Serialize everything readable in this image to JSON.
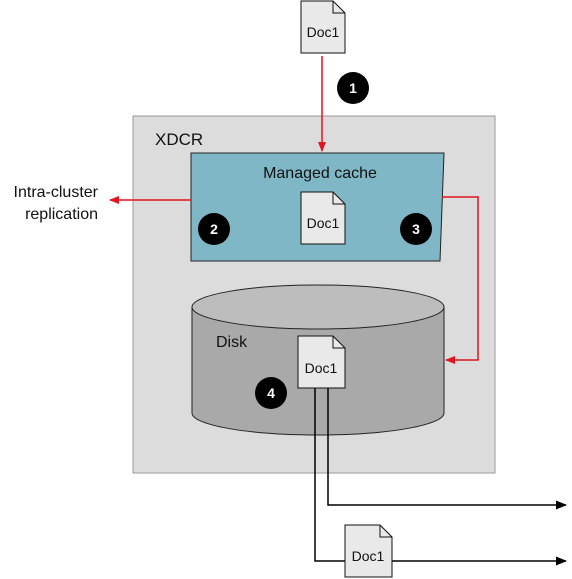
{
  "diagram": {
    "container_label": "XDCR",
    "cache_label": "Managed cache",
    "disk_label": "Disk",
    "external_label_line1": "Intra-cluster",
    "external_label_line2": "replication",
    "documents": {
      "top": "Doc1",
      "cache": "Doc1",
      "disk": "Doc1",
      "bottom": "Doc1"
    },
    "steps": [
      "1",
      "2",
      "3",
      "4"
    ]
  },
  "colors": {
    "container_fill": "#dcdcdc",
    "cache_fill": "#7fb7c6",
    "disk_side": "#a9a9a9",
    "disk_top": "#bdbdbd",
    "doc_fill": "#e9e9e9",
    "arrow_red": "#e0141e",
    "arrow_black": "#000000"
  }
}
